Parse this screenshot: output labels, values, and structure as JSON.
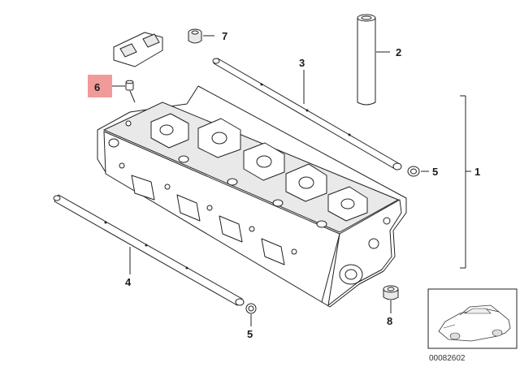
{
  "callouts": {
    "c1": "1",
    "c2": "2",
    "c3": "3",
    "c4": "4",
    "c5a": "5",
    "c5b": "5",
    "c6": "6",
    "c7": "7",
    "c8": "8"
  },
  "highlight_color": "#f09a9a",
  "diagram_number": "00082602"
}
